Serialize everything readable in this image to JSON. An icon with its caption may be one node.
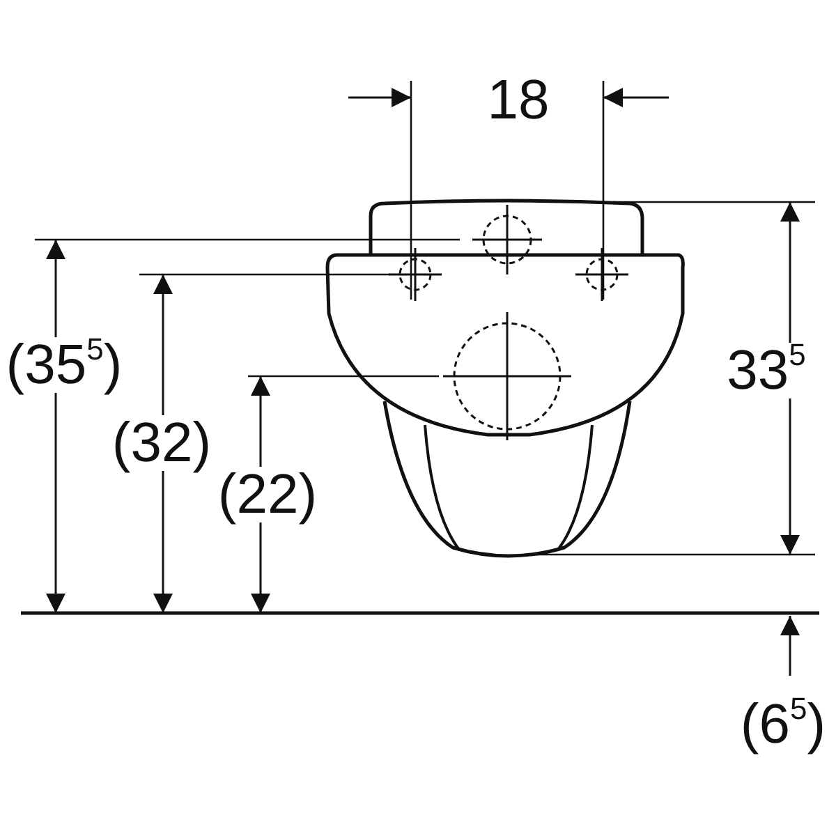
{
  "diagram": {
    "labels": [
      "18",
      "(35$^{5}$)",
      "(32)",
      "(22)",
      "33$^{5}$",
      "(6$^{5}$)"
    ]
  }
}
